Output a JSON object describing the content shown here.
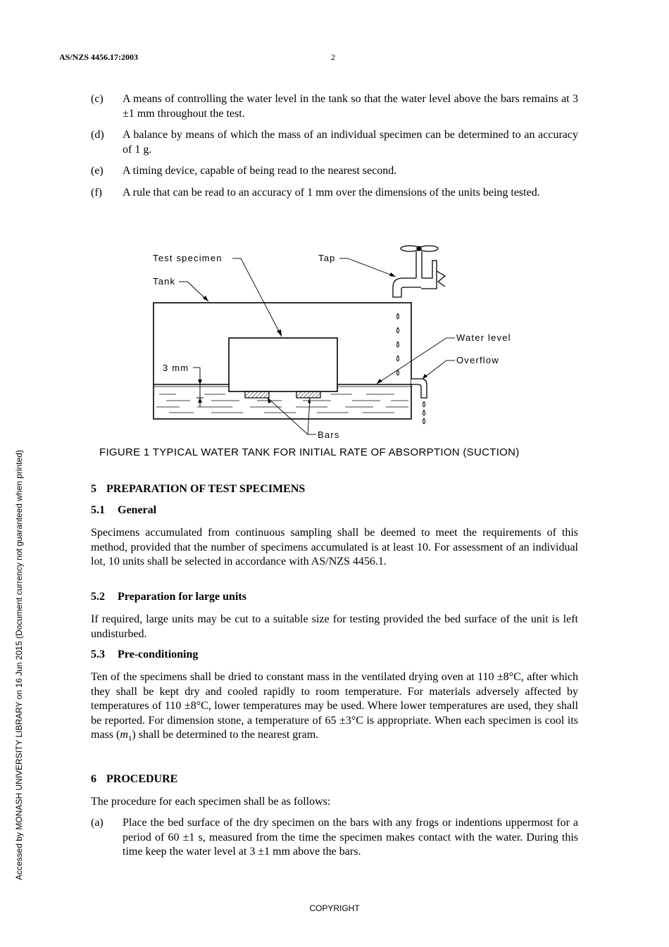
{
  "header": {
    "doc_id": "AS/NZS 4456.17:2003",
    "page_number": "2"
  },
  "items_top": [
    {
      "label": "(c)",
      "text": "A means of controlling the water level in the tank so that the water level above the bars remains at 3 ±1 mm throughout the test."
    },
    {
      "label": "(d)",
      "text": "A balance by means of which the mass of an individual specimen can be determined to an accuracy of 1 g."
    },
    {
      "label": "(e)",
      "text": "A timing device, capable of being read to the nearest second."
    },
    {
      "label": "(f)",
      "text": "A rule that can be read to an accuracy of 1 mm over the dimensions of the units being tested."
    }
  ],
  "figure": {
    "labels": {
      "test_specimen": "Test specimen",
      "tap": "Tap",
      "tank": "Tank",
      "water_level": "Water level",
      "overflow": "Overflow",
      "three_mm": "3 mm",
      "bars": "Bars"
    },
    "caption": "FIGURE  1   TYPICAL WATER TANK FOR INITIAL RATE OF ABSORPTION (SUCTION)"
  },
  "section5": {
    "num": "5",
    "title": "PREPARATION OF TEST SPECIMENS",
    "s1": {
      "num": "5.1",
      "title": "General",
      "text": "Specimens accumulated from continuous sampling shall be deemed to meet the requirements of this method, provided that the number of specimens accumulated is at least 10. For assessment of an individual lot, 10 units shall be selected in accordance with AS/NZS 4456.1."
    },
    "s2": {
      "num": "5.2",
      "title": "Preparation for large units",
      "text": "If required, large units may be cut to a suitable size for testing provided the bed surface of the unit is left undisturbed."
    },
    "s3": {
      "num": "5.3",
      "title": "Pre-conditioning",
      "text_before": "Ten of the specimens shall be dried to constant mass in the ventilated drying oven at 110 ±8°C, after which they shall be kept dry and cooled rapidly to room temperature. For materials adversely affected by temperatures of 110 ±8°C, lower temperatures may be used. Where lower temperatures are used, they shall be reported. For dimension stone, a temperature of 65 ±3°C is appropriate. When each specimen is cool its mass (",
      "var": "m",
      "sub": "1",
      "text_after": ") shall be determined to the nearest gram."
    }
  },
  "section6": {
    "num": "6",
    "title": "PROCEDURE",
    "intro": "The procedure for each specimen shall be as follows:",
    "items": [
      {
        "label": "(a)",
        "text": "Place the bed surface of the dry specimen on the bars with any frogs or indentions uppermost for a period of 60 ±1 s, measured from the time the specimen makes contact with the water. During this time keep the water level at 3 ±1 mm above the bars."
      }
    ]
  },
  "sidebar_note": "Accessed by MONASH UNIVERSITY LIBRARY on 16 Jun 2015 (Document currency not guaranteed when printed)",
  "footer": "COPYRIGHT"
}
